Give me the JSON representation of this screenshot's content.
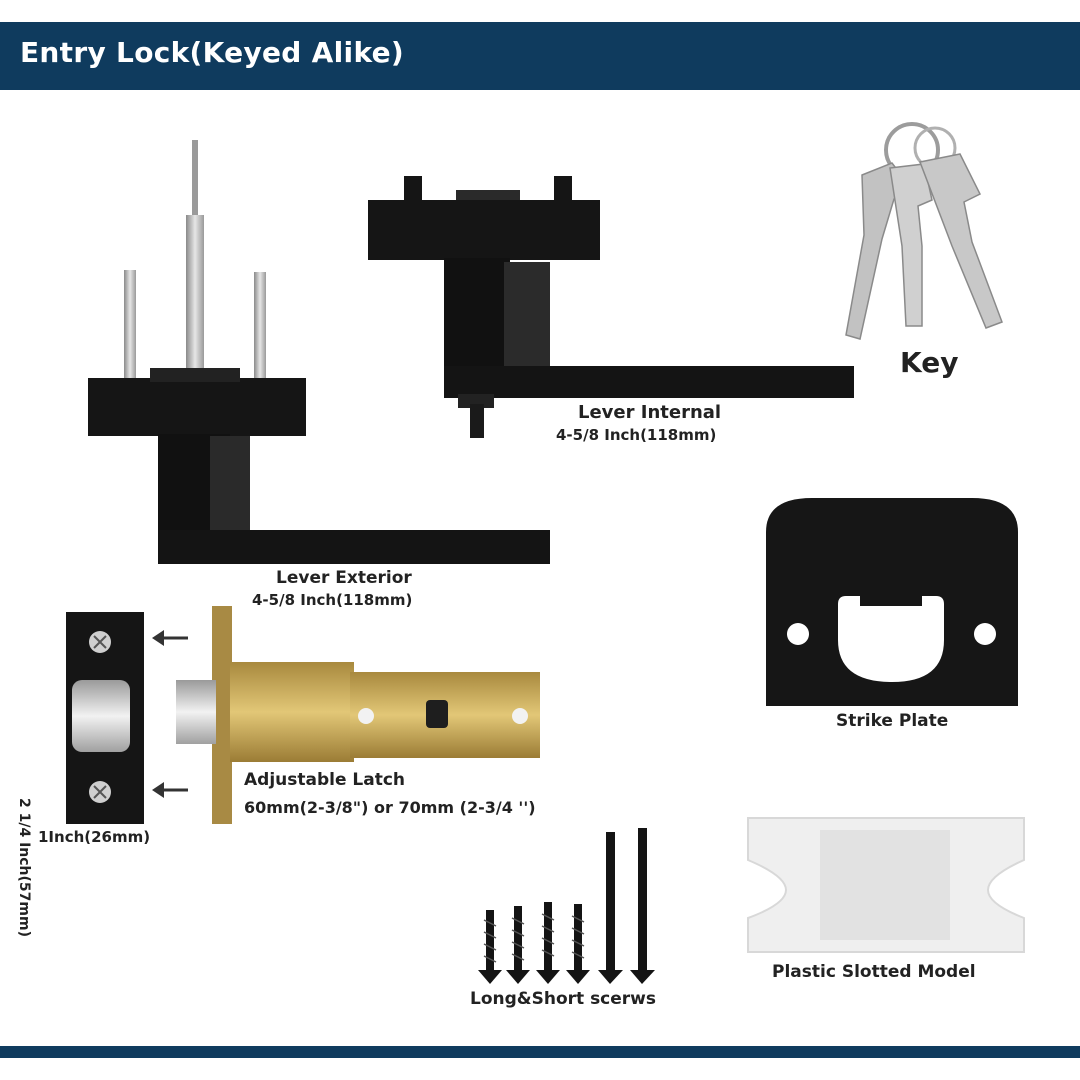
{
  "header": {
    "title": "Entry Lock(Keyed Alike)"
  },
  "components": {
    "key": {
      "label": "Key"
    },
    "lever_internal": {
      "label": "Lever Internal",
      "size": "4-5/8 Inch(118mm)"
    },
    "lever_exterior": {
      "label": "Lever Exterior",
      "size": "4-5/8 Inch(118mm)"
    },
    "strike_plate": {
      "label": "Strike Plate"
    },
    "latch_plate": {
      "height": "2 1/4 Inch(57mm)",
      "width": "1Inch(26mm)"
    },
    "adjustable_latch": {
      "label": "Adjustable Latch",
      "size": "60mm(2-3/8\") or 70mm (2-3/4 '')"
    },
    "screws": {
      "label": "Long&Short scerws"
    },
    "plastic_slotted": {
      "label": "Plastic Slotted Model"
    }
  },
  "colors": {
    "banner": "#0f3b5e",
    "hardware": "#151515",
    "brass": "#c8a95a"
  }
}
